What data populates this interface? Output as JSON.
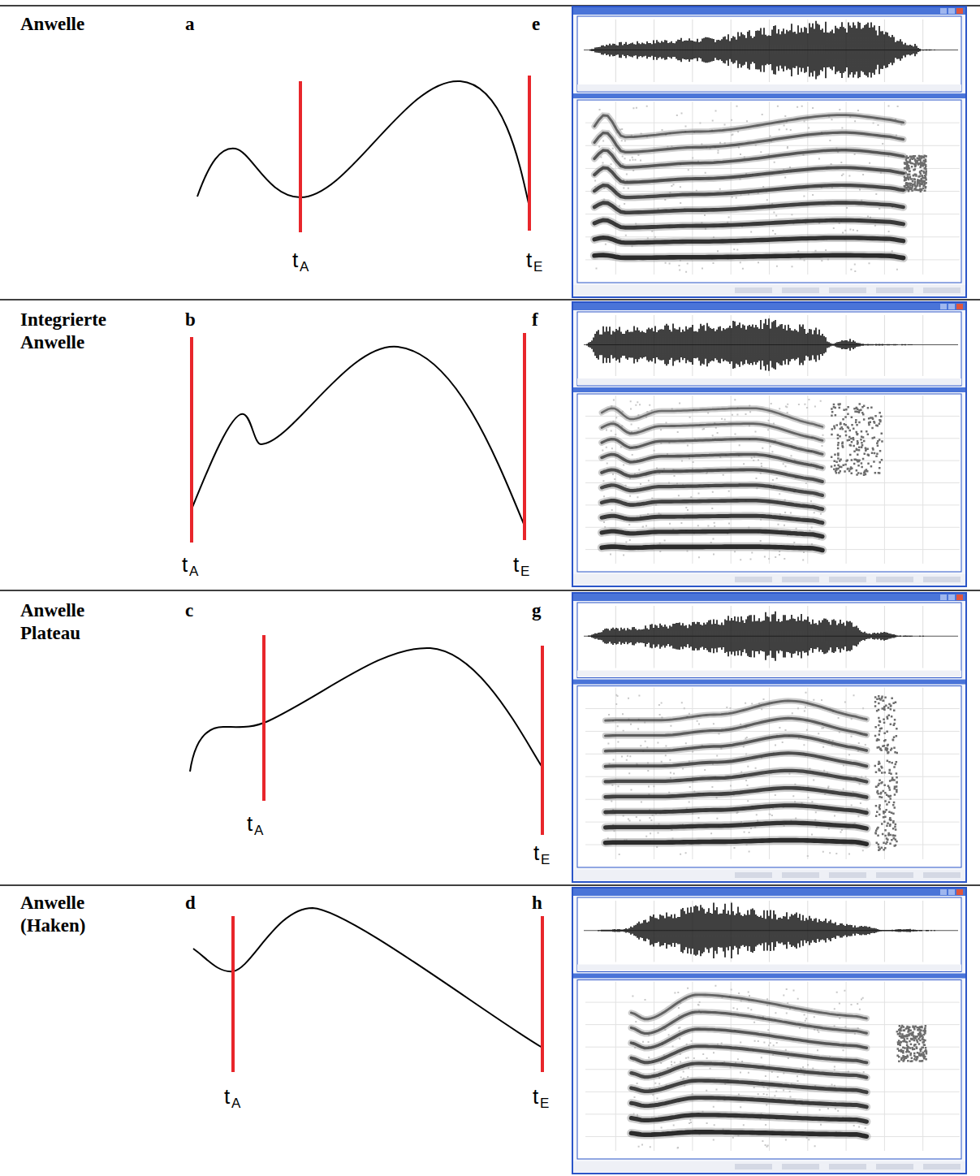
{
  "diagram": {
    "labels": [
      "Anwelle",
      "a",
      "e",
      "t",
      "A",
      "t",
      "E",
      "Integrierte Anwelle",
      "b",
      "f",
      "t",
      "A",
      "t",
      "E",
      "Anwelle Plateau",
      "c",
      "g",
      "t",
      "A",
      "t",
      "E",
      "Anwelle (Haken)",
      "d",
      "h",
      "t",
      "A",
      "t",
      "E"
    ]
  }
}
